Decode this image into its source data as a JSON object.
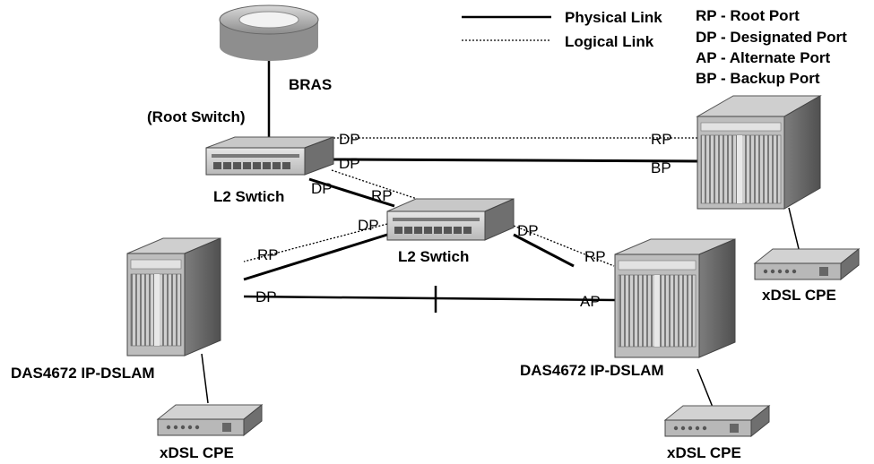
{
  "legend": {
    "physical_link": "Physical Link",
    "logical_link": "Logical Link",
    "port_roles": [
      "RP - Root Port",
      "DP - Designated Port",
      "AP - Alternate Port",
      "BP - Backup Port"
    ]
  },
  "nodes": {
    "bras": "BRAS",
    "root_switch_caption": "(Root Switch)",
    "l2_switch_top": "L2 Swtich",
    "l2_switch_mid": "L2 Swtich",
    "dslam_left": "DAS4672 IP-DSLAM",
    "dslam_right": "DAS4672 IP-DSLAM",
    "cpe_left": "xDSL CPE",
    "cpe_right": "xDSL CPE",
    "cpe_far_right": "xDSL CPE"
  },
  "ports": {
    "top_switch_logical_dp": "DP",
    "right_chassis_logical_rp": "RP",
    "top_switch_physical_dp": "DP",
    "right_chassis_physical_bp": "BP",
    "top_switch_to_mid_dp": "DP",
    "mid_switch_from_top_rp": "RP",
    "mid_switch_left_dp": "DP",
    "left_dslam_rp": "RP",
    "mid_switch_right_dp": "DP",
    "right_dslam_rp": "RP",
    "left_dslam_dp": "DP",
    "right_dslam_ap": "AP"
  }
}
